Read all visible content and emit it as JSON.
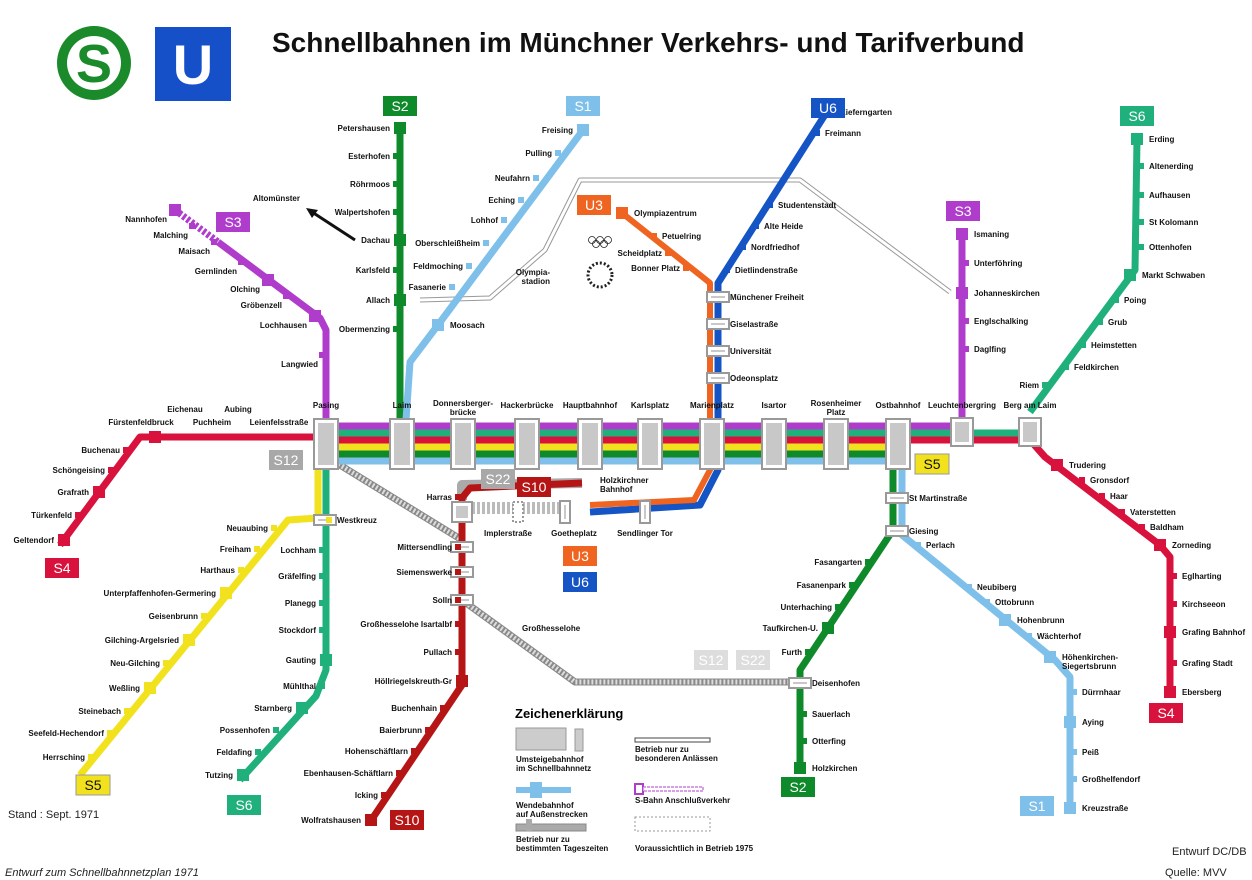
{
  "header": {
    "title": "Schnellbahnen im Münchner Verkehrs- und Tarifverbund",
    "s_logo": "S",
    "u_logo": "U"
  },
  "colors": {
    "S1": "#7fc0ea",
    "S2": "#0f8a2a",
    "S3": "#b03ccc",
    "S4": "#d8123c",
    "S5": "#f2e21e",
    "S6": "#1fb07c",
    "S10": "#b51515",
    "U3": "#ef6420",
    "U6": "#1454c4",
    "S12": "#a8a8a8"
  },
  "badges": [
    {
      "label": "S2",
      "line": "S2"
    },
    {
      "label": "S1",
      "line": "S1"
    },
    {
      "label": "U6",
      "line": "U6"
    },
    {
      "label": "S6",
      "line": "S6"
    },
    {
      "label": "S3",
      "line": "S3"
    },
    {
      "label": "U3",
      "line": "U3"
    },
    {
      "label": "S3",
      "line": "S3"
    },
    {
      "label": "S12",
      "line": "S12"
    },
    {
      "label": "S5",
      "line": "S5"
    },
    {
      "label": "S22",
      "line": "S12"
    },
    {
      "label": "S10",
      "line": "S10"
    },
    {
      "label": "U3",
      "line": "U3"
    },
    {
      "label": "U6",
      "line": "U6"
    },
    {
      "label": "S12",
      "line": "S12"
    },
    {
      "label": "S22",
      "line": "S12"
    },
    {
      "label": "S4",
      "line": "S4"
    },
    {
      "label": "S5",
      "line": "S5"
    },
    {
      "label": "S6",
      "line": "S6"
    },
    {
      "label": "S10",
      "line": "S10"
    },
    {
      "label": "S2",
      "line": "S2"
    },
    {
      "label": "S1",
      "line": "S1"
    },
    {
      "label": "S4",
      "line": "S4"
    }
  ],
  "stations": {
    "trunk": [
      "Pasing",
      "Laim",
      "Donnersberger-\nbrücke",
      "Hackerbrücke",
      "Hauptbahnhof",
      "Karlsplatz",
      "Marienplatz",
      "Isartor",
      "Rosenheimer\nPlatz",
      "Ostbahnhof",
      "Leuchtenbergring",
      "Berg am Laim"
    ],
    "s2_north": [
      "Petershausen",
      "Esterhofen",
      "Röhrmoos",
      "Walpertshofen",
      "Dachau",
      "Karlsfeld",
      "Allach",
      "Obermenzing"
    ],
    "s1_north": [
      "Freising",
      "Pulling",
      "Neufahrn",
      "Eching",
      "Lohhof",
      "Oberschleißheim",
      "Feldmoching",
      "Fasanerie",
      "Moosach"
    ],
    "s3_west": [
      "Nannhofen",
      "Malching",
      "Maisach",
      "Gernlinden",
      "Olching",
      "Gröbenzell",
      "Lochhausen",
      "Langwied"
    ],
    "s4_west": [
      "Leienfelsstraße",
      "Aubing",
      "Puchheim",
      "Eichenau",
      "Fürstenfeldbruck",
      "Buchenau",
      "Schöngeising",
      "Grafrath",
      "Türkenfeld",
      "Geltendorf"
    ],
    "s5_west": [
      "Westkreuz",
      "Neuaubing",
      "Freiham",
      "Harthaus",
      "Unterpfaffenhofen-Germering",
      "Geisenbrunn",
      "Gilching-Argelsried",
      "Neu-Gilching",
      "Weßling",
      "Steinebach",
      "Seefeld-Hechendorf",
      "Herrsching"
    ],
    "s6_west": [
      "Lochham",
      "Gräfelfing",
      "Planegg",
      "Stockdorf",
      "Gauting",
      "Mühlthal",
      "Starnberg",
      "Possenhofen",
      "Feldafing",
      "Tutzing"
    ],
    "s10_south": [
      "Harras",
      "Mittersendling",
      "Siemenswerke",
      "Solln",
      "Großhesselohe Isartalbf",
      "Pullach",
      "Höllriegelskreuth-Gr",
      "Buchenhain",
      "Baierbrunn",
      "Hohenschäftlarn",
      "Ebenhausen-Schäftlarn",
      "Icking",
      "Wolfratshausen"
    ],
    "misc": [
      "Großhesselohe",
      "Holzkirchner\nBahnhof",
      "Implerstraße",
      "Goetheplatz",
      "Sendlinger Tor",
      "Olympia-\nstadion",
      "Altomünster"
    ],
    "u6_north": [
      "Kieferngarten",
      "Freimann",
      "Studentenstadt",
      "Alte Heide",
      "Nordfriedhof",
      "Dietlindenstraße",
      "Münchener Freiheit",
      "Giselastraße",
      "Universität",
      "Odeonsplatz"
    ],
    "u3_north": [
      "Olympiazentrum",
      "Petuelring",
      "Scheidplatz",
      "Bonner Platz"
    ],
    "s3_east": [
      "Ismaning",
      "Unterföhring",
      "Johanneskirchen",
      "Englschalking",
      "Daglfing"
    ],
    "s6_east": [
      "Erding",
      "Altenerding",
      "Aufhausen",
      "St Kolomann",
      "Ottenhofen",
      "Markt Schwaben",
      "Poing",
      "Grub",
      "Heimstetten",
      "Feldkirchen",
      "Riem"
    ],
    "s4_east": [
      "Trudering",
      "Gronsdorf",
      "Haar",
      "Vaterstetten",
      "Baldham",
      "Zorneding",
      "Eglharting",
      "Kirchseeon",
      "Grafing Bahnhof",
      "Grafing Stadt",
      "Ebersberg"
    ],
    "s2_south": [
      "St Martinstraße",
      "Giesing",
      "Fasangarten",
      "Fasanenpark",
      "Unterhaching",
      "Taufkirchen-U.",
      "Furth",
      "Deisenhofen",
      "Sauerlach",
      "Otterfing",
      "Holzkirchen"
    ],
    "s1_south": [
      "Perlach",
      "Neubiberg",
      "Ottobrunn",
      "Hohenbrunn",
      "Wächterhof",
      "Höhenkirchen-\nSiegertsbrunn",
      "Dürrnhaar",
      "Aying",
      "Peiß",
      "Großhelfendorf",
      "Kreuzstraße"
    ]
  },
  "legend": {
    "title": "Zeichenerklärung",
    "items": [
      "Umsteigebahnhof\nim Schnellbahnnetz",
      "Wendebahnhof\nauf Außenstrecken",
      "Betrieb nur zu\nbestimmten Tageszeiten",
      "Betrieb nur zu\nbesonderen Anlässen",
      "S-Bahn Anschlußverkehr",
      "Voraussichtlich in Betrieb 1975"
    ]
  },
  "footer": {
    "stand": "Stand : Sept. 1971",
    "caption": "Entwurf zum Schnellbahnnetzplan 1971",
    "entwurf": "Entwurf DC/DB",
    "source": "Quelle: MVV"
  }
}
